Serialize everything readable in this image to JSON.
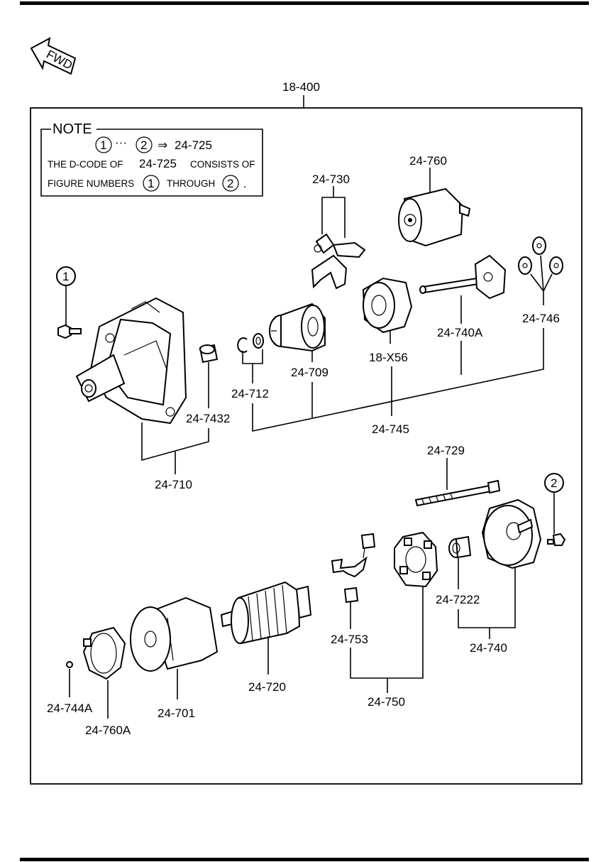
{
  "orientation": {
    "arrow_text": "FWD"
  },
  "assembly": {
    "code": "18-400"
  },
  "note": {
    "title": "NOTE",
    "range_start": "1",
    "range_dots": "···",
    "range_end": "2",
    "arrow": "⇒",
    "range_code": "24-725",
    "line2_pre": "THE D-CODE OF",
    "line2_code": "24-725",
    "line2_post": "CONSISTS OF",
    "line3_pre": "FIGURE NUMBERS",
    "line3_num1": "1",
    "line3_mid": "THROUGH",
    "line3_num2": "2",
    "line3_end": "."
  },
  "callouts": {
    "marker1": "1",
    "marker2": "2"
  },
  "labels": {
    "p24_760": "24-760",
    "p24_730": "24-730",
    "p24_746": "24-746",
    "p24_740A": "24-740A",
    "p18_X56": "18-X56",
    "p24_709": "24-709",
    "p24_712": "24-712",
    "p24_745": "24-745",
    "p24_7432": "24-7432",
    "p24_710": "24-710",
    "p24_729": "24-729",
    "p24_7222": "24-7222",
    "p24_740": "24-740",
    "p24_753": "24-753",
    "p24_750": "24-750",
    "p24_720": "24-720",
    "p24_701": "24-701",
    "p24_744A": "24-744A",
    "p24_760A": "24-760A"
  },
  "icons": {
    "fwd": "fwd-arrow-icon",
    "bolt": "bolt-icon",
    "circle_ref": "circled-number-icon"
  }
}
